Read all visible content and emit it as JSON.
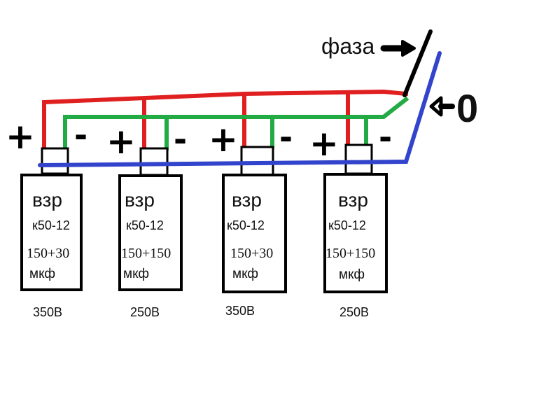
{
  "labels": {
    "phase": "фаза",
    "zero": "0"
  },
  "colors": {
    "positive_wire": "#e02020",
    "negative_wire": "#22aa44",
    "neutral_wire": "#3344cc",
    "outline": "#000000"
  },
  "icons": {
    "phase_arrow": "arrow-right-icon",
    "zero_arrow": "arrow-left-icon",
    "switch": "switch-blade-icon"
  },
  "capacitors": [
    {
      "name": "взр",
      "model": "к50-12",
      "capacitance": "150+30",
      "unit": "мкф",
      "voltage": "350В",
      "plus": "+",
      "minus": "-"
    },
    {
      "name": "взр",
      "model": "к50-12",
      "capacitance": "150+150",
      "unit": "мкф",
      "voltage": "250В",
      "plus": "+",
      "minus": "-"
    },
    {
      "name": "взр",
      "model": "к50-12",
      "capacitance": "150+30",
      "unit": "мкф",
      "voltage": "350В",
      "plus": "+",
      "minus": "-"
    },
    {
      "name": "взр",
      "model": "к50-12",
      "capacitance": "150+150",
      "unit": "мкф",
      "voltage": "250В",
      "plus": "+",
      "minus": "-"
    }
  ]
}
